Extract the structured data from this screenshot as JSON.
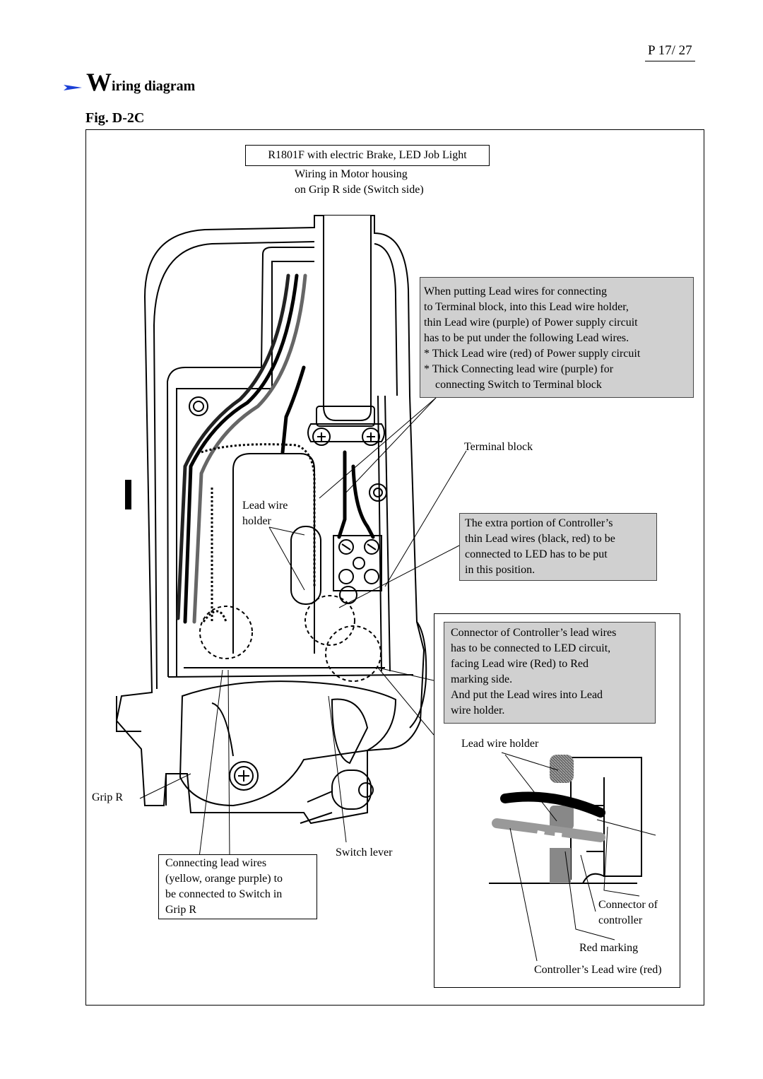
{
  "page_number": "P 17/ 27",
  "section_title_initial": "W",
  "section_title_rest": "iring  diagram",
  "figure_label": "Fig. D-2C",
  "model_caption": "R1801F with electric Brake,  LED Job Light",
  "view_caption": [
    "Wiring in Motor housing",
    "on Grip R side (Switch side)"
  ],
  "note_lead_wire": [
    "When  putting  Lead  wires  for  connecting",
    "to  Terminal  block,  into  this  Lead  wire  holder,",
    "thin  Lead  wire  (purple)  of  Power  supply  circuit",
    "has  to  be  put  under  the  following  Lead  wires.",
    "*  Thick  Lead  wire  (red)  of  Power  supply  circuit",
    "*  Thick  Connecting  lead  wire  (purple)  for",
    "connecting  Switch  to  Terminal  block"
  ],
  "label_terminal_block": "Terminal block",
  "label_lead_wire_holder": [
    "Lead  wire",
    "holder"
  ],
  "note_extra_portion": [
    "The  extra  portion  of  Controller’s",
    "thin  Lead  wires  (black,  red)  to  be",
    "connected  to  LED  has  to  be  put",
    "in  this  position."
  ],
  "note_connector": [
    "Connector  of  Controller’s  lead  wires",
    "has  to  be  connected  to  LED  circuit,",
    "facing  Lead  wire  (Red)  to  Red",
    "marking  side.",
    "And  put  the  Lead  wires  into  Lead",
    "wire  holder."
  ],
  "label_lead_wire_holder_detail": "Lead wire holder",
  "label_grip_r": "Grip  R",
  "label_switch_lever": "Switch  lever",
  "note_connecting_lead": [
    "Connecting  lead  wires",
    "(yellow,  orange  purple)  to",
    "be  connected  to  Switch  in",
    "Grip  R"
  ],
  "label_connector_of_controller": [
    "Connector of",
    "controller"
  ],
  "label_red_marking": "Red marking",
  "label_controller_lead_wire": "Controller’s Lead wire (red)",
  "colors": {
    "arrow": "#1a3fd6",
    "note_fill": "#d0d0d0",
    "line": "#000000"
  }
}
